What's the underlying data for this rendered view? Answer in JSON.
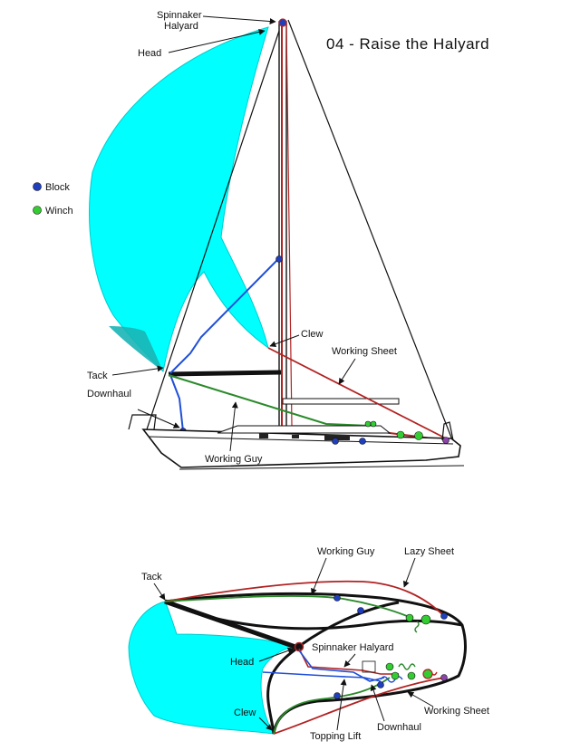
{
  "title": "04 - Raise the Halyard",
  "legend": {
    "block": {
      "label": "Block",
      "color": "#1f3fbf"
    },
    "winch": {
      "label": "Winch",
      "color": "#33cc33"
    }
  },
  "colors": {
    "spinnaker": "#00ffff",
    "halyard_sheet": "#b22222",
    "guy": "#2a8a2a",
    "control_lines": "#1f4fd8",
    "hull": "#111111"
  },
  "side_view": {
    "labels": {
      "spinnaker_halyard_1": "Spinnaker",
      "spinnaker_halyard_2": "Halyard",
      "head": "Head",
      "clew": "Clew",
      "working_sheet": "Working Sheet",
      "tack": "Tack",
      "downhaul": "Downhaul",
      "working_guy": "Working Guy"
    }
  },
  "top_view": {
    "labels": {
      "working_guy": "Working Guy",
      "lazy_sheet": "Lazy Sheet",
      "tack": "Tack",
      "spinnaker_halyard": "Spinnaker Halyard",
      "head": "Head",
      "working_sheet": "Working Sheet",
      "clew": "Clew",
      "topping_lift": "Topping Lift",
      "downhaul": "Downhaul"
    }
  }
}
